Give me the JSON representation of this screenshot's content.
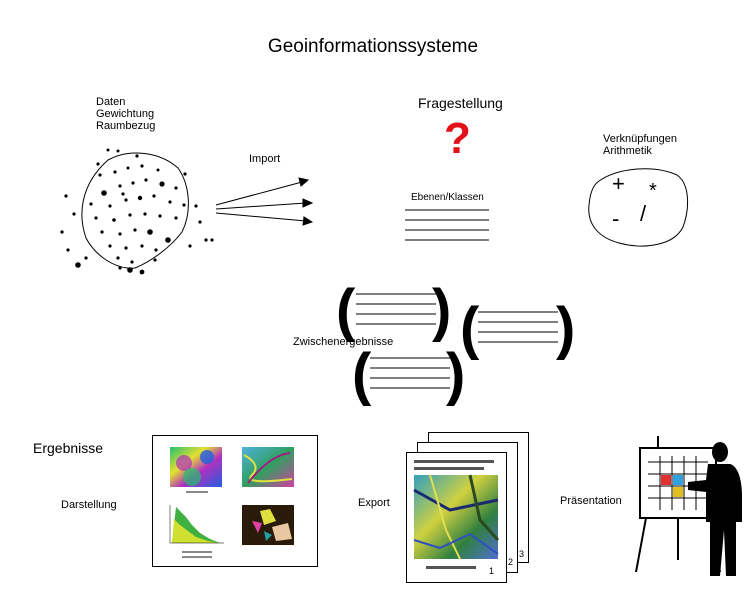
{
  "title": "Geoinformationssysteme",
  "input": {
    "lines": [
      "Daten",
      "Gewichtung",
      "Raumbezug"
    ],
    "import_label": "Import"
  },
  "question": {
    "label": "Fragestellung",
    "symbol": "?",
    "layers_label": "Ebenen/Klassen"
  },
  "operations": {
    "lines": [
      "Verknüpfungen",
      "Arithmetik"
    ],
    "symbols": [
      "+",
      "*",
      "-",
      "/"
    ]
  },
  "intermediate": {
    "label": "Zwischenergebnisse",
    "paren_open": "(",
    "paren_close": ")"
  },
  "results": {
    "heading": "Ergebnisse",
    "display_label": "Darstellung",
    "export_label": "Export",
    "presentation_label": "Präsentation",
    "page_numbers": [
      "1",
      "2",
      "3"
    ]
  },
  "colors": {
    "question_mark": "#e3101a"
  }
}
